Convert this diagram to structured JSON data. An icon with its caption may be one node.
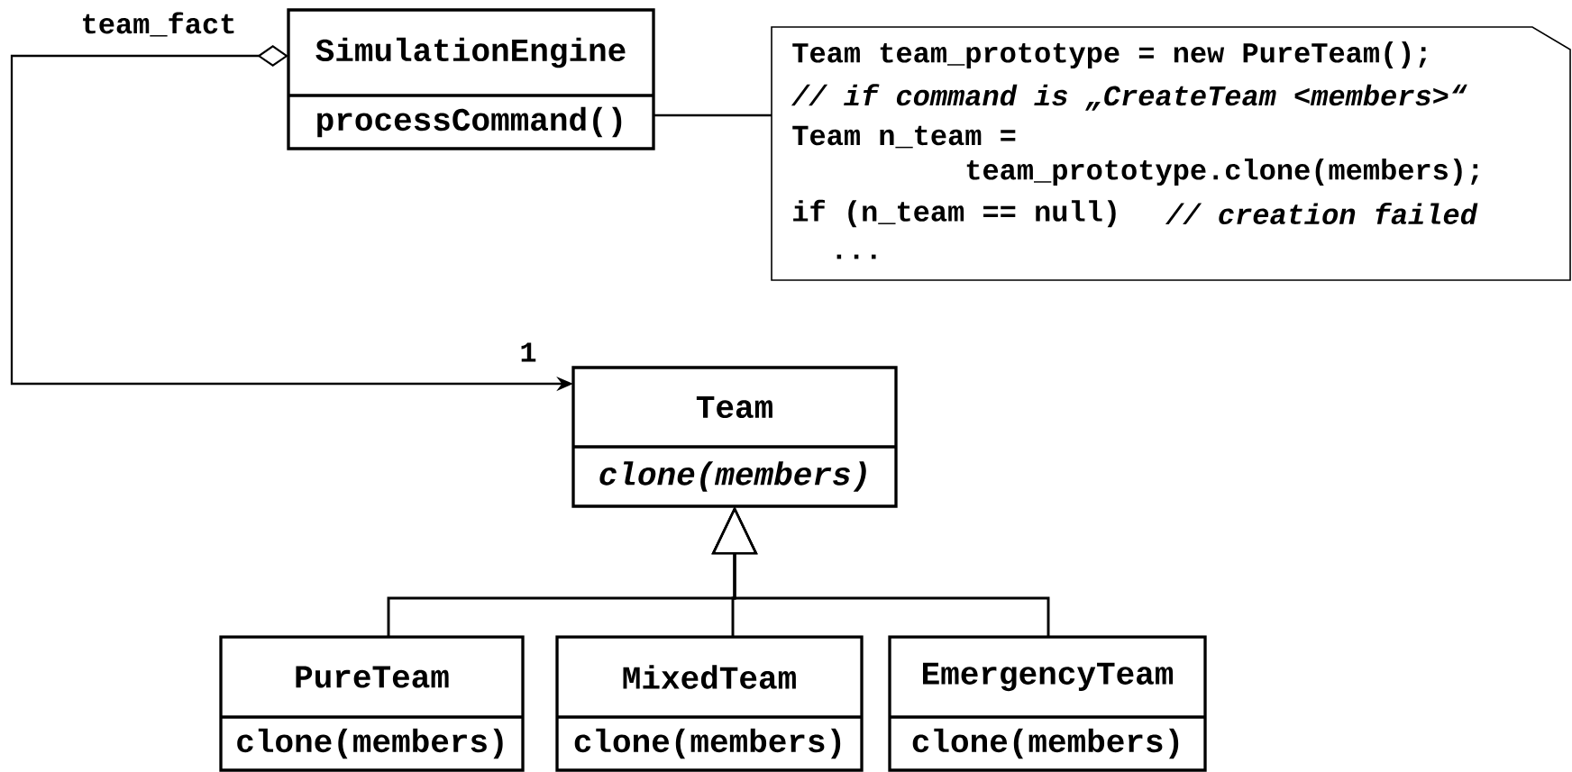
{
  "diagram": {
    "nodes": [
      {
        "text": [
          "SimulationEngine",
          "processCommand()"
        ]
      },
      {
        "text": [
          "Team team_prototype = new PureTeam();",
          "// if command is „CreateTeam <members>“",
          "Team n_team =",
          "team_prototype.clone(members);",
          "if (n_team == null)",
          "// creation failed",
          "..."
        ]
      },
      {
        "text": [
          "Team",
          "clone(members)"
        ]
      },
      {
        "text": [
          "PureTeam",
          "clone(members)"
        ]
      },
      {
        "text": [
          "MixedTeam",
          "clone(members)"
        ]
      },
      {
        "text": [
          "EmergencyTeam",
          "clone(members)"
        ]
      }
    ],
    "edges": [
      {
        "from": 0,
        "to": 1,
        "arrow": "none"
      },
      {
        "from": 0,
        "to": 2,
        "arrow": "to",
        "label": "team_fact"
      },
      {
        "from": 3,
        "to": 2,
        "arrow": "to"
      },
      {
        "from": 4,
        "to": 2,
        "arrow": "to"
      },
      {
        "from": 5,
        "to": 2,
        "arrow": "to"
      }
    ],
    "labels": [
      "1"
    ]
  }
}
